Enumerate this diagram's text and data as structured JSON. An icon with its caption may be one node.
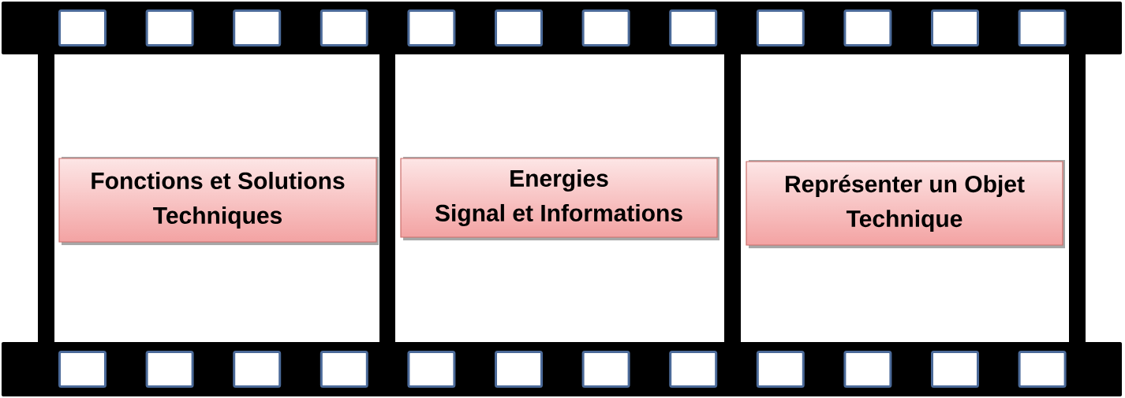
{
  "diagram": {
    "nodes": [
      {
        "text": [
          "Fonctions et Solutions Techniques"
        ]
      },
      {
        "text": [
          "Energies",
          "Signal et Informations"
        ]
      },
      {
        "text": [
          "Représenter un Objet Technique"
        ]
      }
    ]
  }
}
